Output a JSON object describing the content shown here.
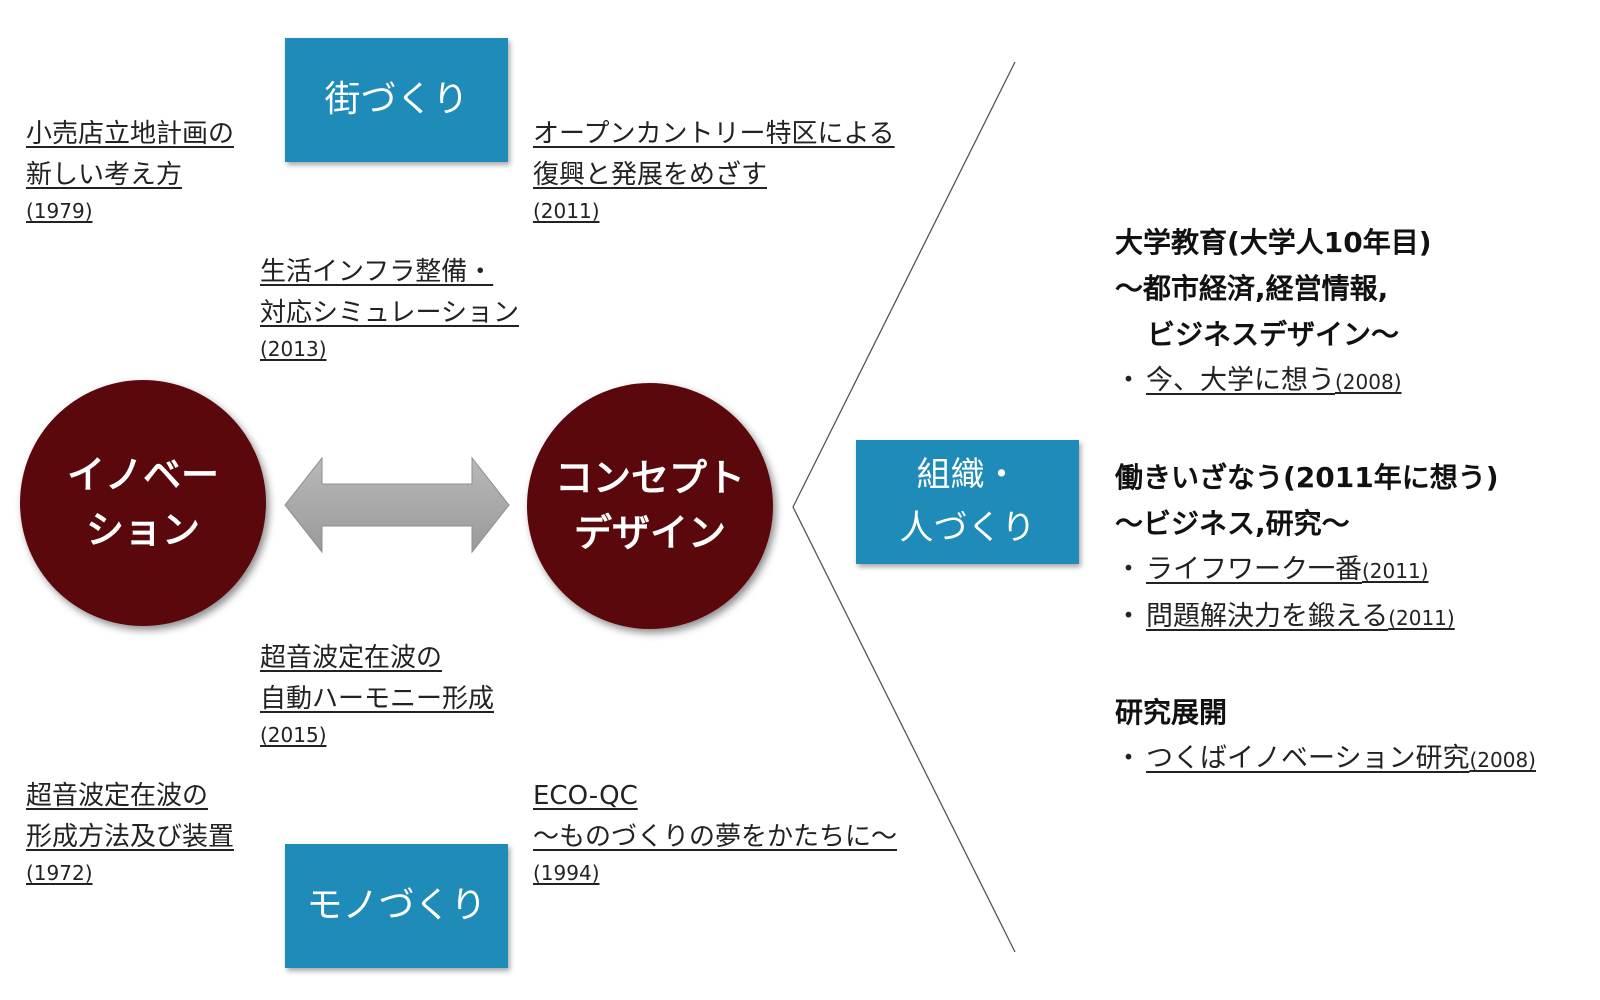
{
  "boxes": {
    "machizukuri": "街づくり",
    "monozukuri": "モノづくり",
    "soshiki_line1": "組織・",
    "soshiki_line2": "人づくり"
  },
  "circles": {
    "innovation_line1": "イノベー",
    "innovation_line2": "ション",
    "concept_line1": "コンセプト",
    "concept_line2": "デザイン"
  },
  "works": {
    "retail": {
      "line1": "小売店立地計画の",
      "line2": "新しい考え方",
      "year": "(1979)"
    },
    "opencountry": {
      "line1": "オープンカントリー特区による",
      "line2": "復興と発展をめざす",
      "year": "(2011)"
    },
    "infra": {
      "line1": "生活インフラ整備・",
      "line2": "対応シミュレーション",
      "year": "(2013)"
    },
    "harmony": {
      "line1": "超音波定在波の",
      "line2": "自動ハーモニー形成",
      "year": "(2015)"
    },
    "device": {
      "line1": "超音波定在波の",
      "line2": "形成方法及び装置",
      "year": "(1972)"
    },
    "ecoqc": {
      "line1": "ECO-QC",
      "line2": "〜ものづくりの夢をかたちに〜",
      "year": "(1994)"
    }
  },
  "right": {
    "education": {
      "heading1": "大学教育(大学人10年目)",
      "heading2": "〜都市経済,経営情報,",
      "heading3": "ビジネスデザイン〜",
      "items": [
        {
          "text": "今、大学に想う",
          "year": "(2008)"
        }
      ]
    },
    "work": {
      "heading1": "働きいざなう(2011年に想う)",
      "heading2": "〜ビジネス,研究〜",
      "items": [
        {
          "text": "ライフワーク一番",
          "year": "(2011)"
        },
        {
          "text": "問題解決力を鍛える",
          "year": "(2011)"
        }
      ]
    },
    "research": {
      "heading1": "研究展開",
      "items": [
        {
          "text": "つくばイノベーション研究",
          "year": "(2008)"
        }
      ]
    },
    "bullet": "・"
  },
  "colors": {
    "box": "#1f8bb8",
    "circle": "#5a080c",
    "arrow": "#a8a8a8"
  },
  "icons": {
    "connector": "double-arrow-icon"
  }
}
